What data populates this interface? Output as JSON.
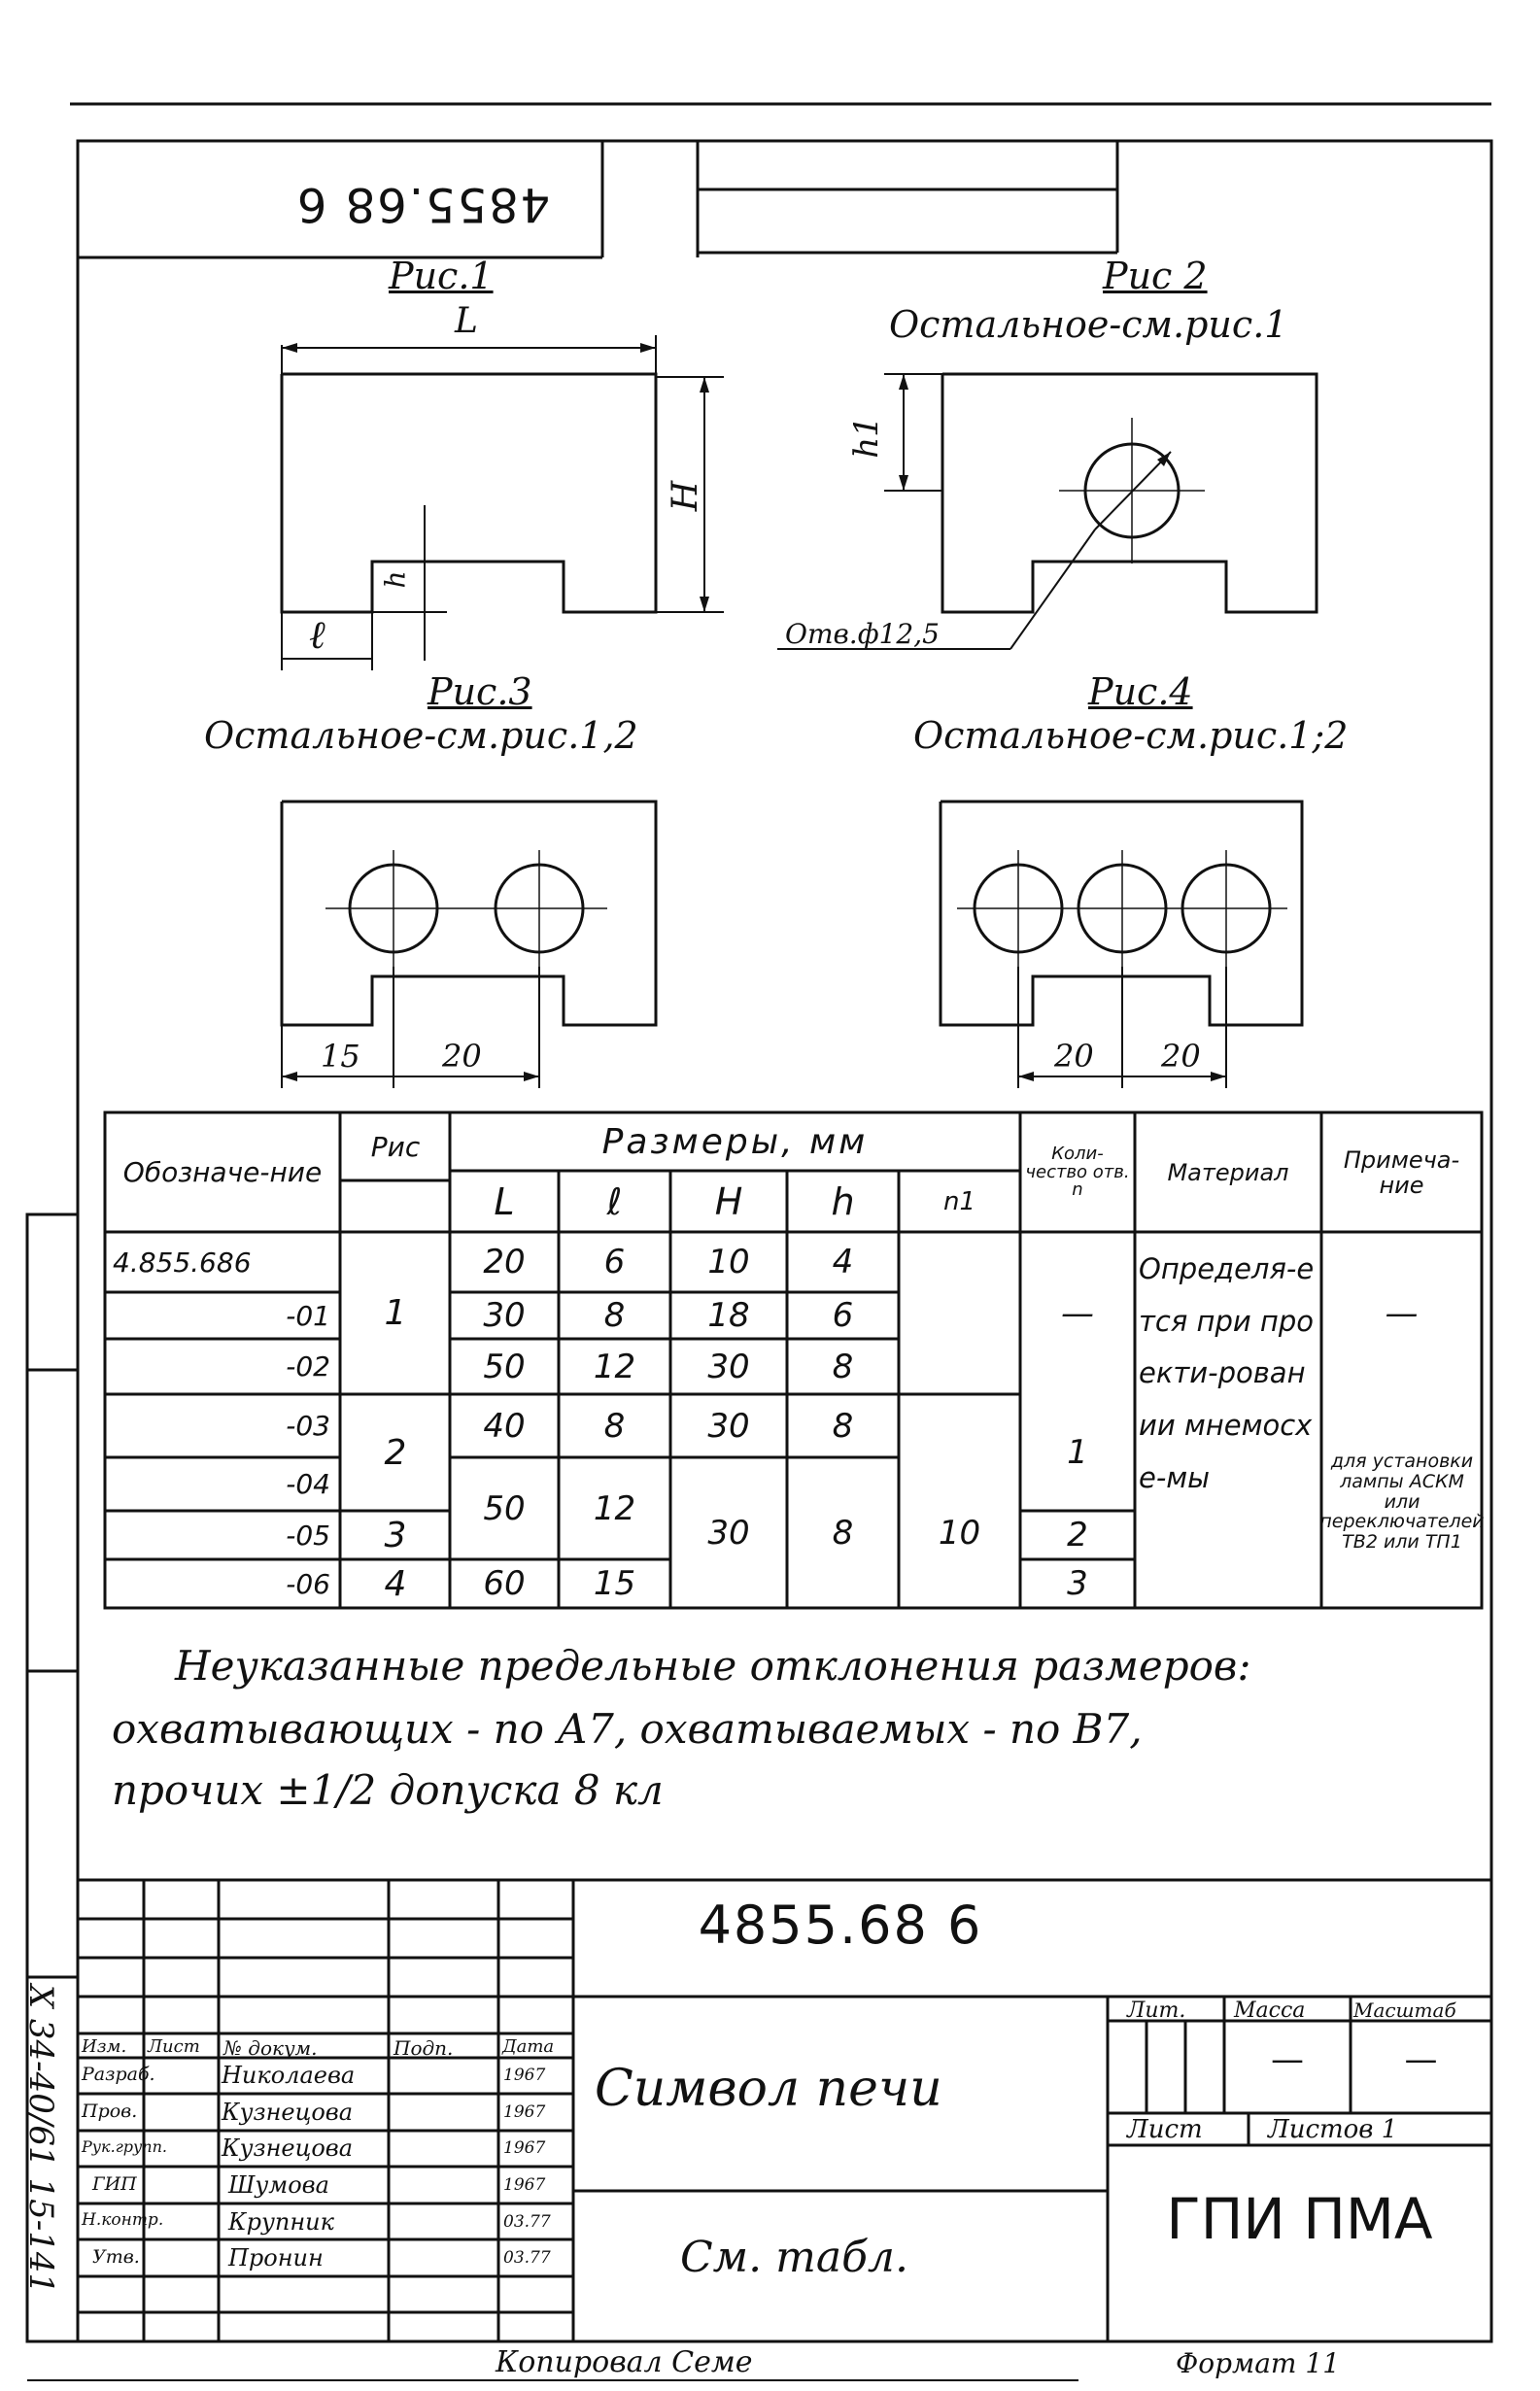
{
  "stamp": {
    "number_rotated": "4855.68 6"
  },
  "figures": {
    "fig1": {
      "title": "Рис.1",
      "dim_L": "L",
      "dim_H": "H",
      "dim_h": "h",
      "dim_l": "ℓ"
    },
    "fig2": {
      "title": "Рис 2",
      "subtitle": "Остальное-см.рис.1",
      "dim_h1": "h1",
      "hole_note": "Отв.ф12,5"
    },
    "fig3": {
      "title": "Рис.3",
      "subtitle": "Остальное-см.рис.1,2",
      "dim_a": "15",
      "dim_b": "20"
    },
    "fig4": {
      "title": "Рис.4",
      "subtitle": "Остальное-см.рис.1;2",
      "dim_a": "20",
      "dim_b": "20"
    }
  },
  "table": {
    "headers": {
      "designation": "Обозначе-ние",
      "fig": "Рис",
      "sizes": "Размеры, мм",
      "L": "L",
      "l": "ℓ",
      "H": "H",
      "h": "h",
      "n1": "n1",
      "holes": "Коли-чество отв. n",
      "material": "Материал",
      "note": "Примеча-ние"
    },
    "rows": [
      {
        "designation": "4.855.686",
        "L": "20",
        "l": "6",
        "H": "10",
        "h": "4"
      },
      {
        "designation": "-01",
        "L": "30",
        "l": "8",
        "H": "18",
        "h": "6"
      },
      {
        "designation": "-02",
        "L": "50",
        "l": "12",
        "H": "30",
        "h": "8"
      },
      {
        "designation": "-03",
        "L": "40",
        "l": "8",
        "H": "30",
        "h": "8"
      },
      {
        "designation": "-04"
      },
      {
        "designation": "-05"
      },
      {
        "designation": "-06",
        "L": "60",
        "l": "15"
      }
    ],
    "merged": {
      "fig_1": "1",
      "fig_2": "2",
      "fig_3": "3",
      "fig_4": "4",
      "L_04_05": "50",
      "l_04_05": "12",
      "H_04_06": "30",
      "h_04_06": "8",
      "n1_03_06": "10",
      "holes_00_02": "—",
      "holes_03_04": "1",
      "holes_05": "2",
      "holes_06": "3",
      "material": "Определя-ется при проекти-ровании мнемосхе-мы",
      "note_00_02": "—",
      "note_03_06": "для установки лампы АСКМ или переключателей ТВ2 или ТП1"
    }
  },
  "notes": {
    "line1": "Неуказанные предельные отклонения размеров:",
    "line2": "охватывающих - по А7, охватываемых - по В7,",
    "line3": "прочих ±1/2 допуска 8 кл"
  },
  "title_block": {
    "doc_number": "4855.68 6",
    "title": "Символ печи",
    "material": "См. табл.",
    "org": "ГПИ ПМА",
    "hdr_lit": "Лит.",
    "hdr_mass": "Масса",
    "hdr_scale": "Масштаб",
    "mass_value": "—",
    "scale_value": "—",
    "sheet": "Лист",
    "sheets": "Листов 1",
    "col_headers": [
      "Изм.",
      "Лист",
      "№ докум.",
      "Подп.",
      "Дата"
    ],
    "people": [
      {
        "role": "Разраб.",
        "name": "Николаева",
        "date": "1967"
      },
      {
        "role": "Пров.",
        "name": "Кузнецова",
        "date": "1967"
      },
      {
        "role": "Рук.групп.",
        "name": "Кузнецова",
        "date": "1967"
      },
      {
        "role": "ГИП",
        "name": "Шумова",
        "date": "1967"
      },
      {
        "role": "Н.контр.",
        "name": "Крупник",
        "date": "03.77"
      },
      {
        "role": "Утв.",
        "name": "Пронин",
        "date": "03.77"
      }
    ]
  },
  "side_stamp": "Х 34-40/61 15-141",
  "footer": {
    "copied": "Копировал Семе",
    "format": "Формат 11"
  }
}
